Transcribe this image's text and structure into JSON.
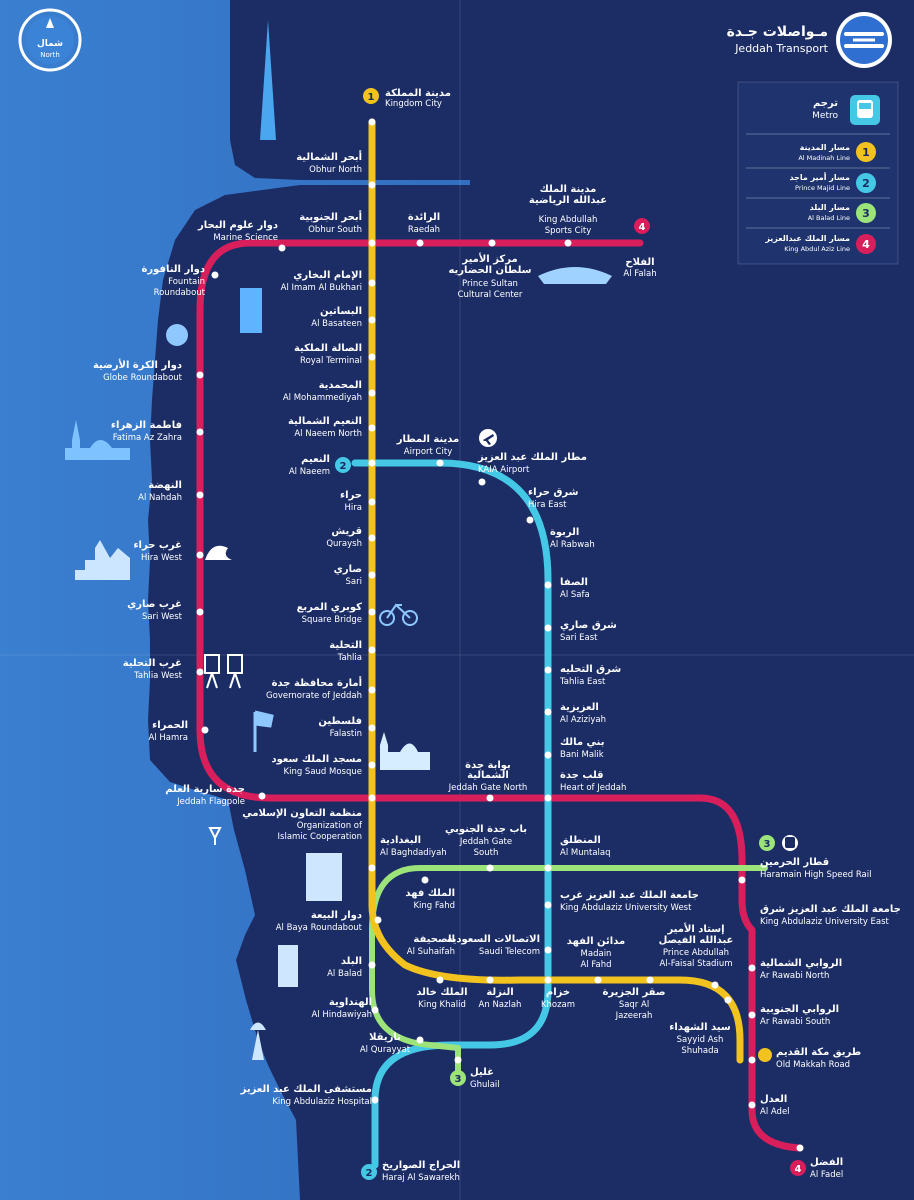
{
  "brand": {
    "title_ar": "مـواصلات جـدة",
    "title_en": "Jeddah Transport"
  },
  "compass": {
    "ar": "شمال",
    "en": "North"
  },
  "colors": {
    "sea": "#2b63b8",
    "land": "#1b2c63",
    "line1": "#f2c21f",
    "line2": "#45c8e6",
    "line3": "#9ce37a",
    "line4": "#d91f5b"
  },
  "legend": {
    "header": {
      "ar": "ترجم",
      "en": "Metro"
    },
    "lines": [
      {
        "num": "1",
        "ar": "مسار المدينة",
        "en": "Al Madinah Line"
      },
      {
        "num": "2",
        "ar": "مسار أمير ماجد",
        "en": "Prince Majid Line"
      },
      {
        "num": "3",
        "ar": "مسار البلد",
        "en": "Al Balad Line"
      },
      {
        "num": "4",
        "ar": "مسار الملك عبدالعزيز",
        "en": "King Abdul Aziz Line"
      }
    ]
  },
  "stations": {
    "kingdom_city": {
      "ar": "مدينة المملكة",
      "en": "Kingdom City"
    },
    "obhur_north": {
      "ar": "أبحر الشمالية",
      "en": "Obhur North"
    },
    "obhur_south": {
      "ar": "أبحر الجنوبية",
      "en": "Obhur South"
    },
    "raedah": {
      "ar": "الرائدة",
      "en": "Raedah"
    },
    "king_abdullah_sports": {
      "ar1": "مدينة الملك",
      "ar2": "عبدالله الرياضية",
      "en1": "King Abdullah",
      "en2": "Sports City"
    },
    "al_falah": {
      "ar": "الفلاح",
      "en": "Al Falah"
    },
    "marine_science": {
      "ar": "دوار علوم البحار",
      "en": "Marine Science"
    },
    "fountain": {
      "ar": "دوار النافورة",
      "en1": "Fountain",
      "en2": "Roundabout"
    },
    "prince_sultan": {
      "ar1": "مركز الأمير",
      "ar2": "سلطان الحضاريه",
      "en1": "Prince Sultan",
      "en2": "Cultural Center"
    },
    "imam_bukhari": {
      "ar": "الإمام البخاري",
      "en": "Al Imam Al Bukhari"
    },
    "basateen": {
      "ar": "البساتين",
      "en": "Al Basateen"
    },
    "royal_terminal": {
      "ar": "الصالة الملكية",
      "en": "Royal Terminal"
    },
    "globe": {
      "ar": "دوار الكرة الأرضية",
      "en": "Globe Roundabout"
    },
    "mohammediyah": {
      "ar": "المحمدية",
      "en": "Al Mohammediyah"
    },
    "fatima": {
      "ar": "فاطمة الزهراء",
      "en": "Fatima Az Zahra"
    },
    "naeem_north": {
      "ar": "النعيم الشمالية",
      "en": "Al Naeem North"
    },
    "airport_city": {
      "ar": "مدينة المطار",
      "en": "Airport City"
    },
    "kaia": {
      "ar": "مطار الملك عبد العزيز",
      "en": "KAIA Airport"
    },
    "naeem": {
      "ar": "النعيم",
      "en": "Al Naeem"
    },
    "nahdah": {
      "ar": "النهضة",
      "en": "Al Nahdah"
    },
    "hira": {
      "ar": "حراء",
      "en": "Hira"
    },
    "hira_east": {
      "ar": "شرق حراء",
      "en": "Hira East"
    },
    "quraysh": {
      "ar": "قريش",
      "en": "Quraysh"
    },
    "rabwah": {
      "ar": "الربوة",
      "en": "Al Rabwah"
    },
    "hira_west": {
      "ar": "غرب حراء",
      "en": "Hira West"
    },
    "sari": {
      "ar": "صاري",
      "en": "Sari"
    },
    "safa": {
      "ar": "الصفا",
      "en": "Al Safa"
    },
    "sari_west": {
      "ar": "غرب صاري",
      "en": "Sari West"
    },
    "square_bridge": {
      "ar": "كوبري المربع",
      "en": "Square Bridge"
    },
    "sari_east": {
      "ar": "شرق صاري",
      "en": "Sari East"
    },
    "tahlia": {
      "ar": "التحلية",
      "en": "Tahlia"
    },
    "tahlia_west": {
      "ar": "غرب التحلية",
      "en": "Tahlia West"
    },
    "tahlia_east": {
      "ar": "شرق التحليه",
      "en": "Tahlia East"
    },
    "governorate": {
      "ar": "أمارة محافظة جدة",
      "en": "Governorate of Jeddah"
    },
    "aziziyah": {
      "ar": "العزيزية",
      "en": "Al Aziziyah"
    },
    "falastin": {
      "ar": "فلسطين",
      "en": "Falastin"
    },
    "hamra": {
      "ar": "الحمراء",
      "en": "Al Hamra"
    },
    "bani_malik": {
      "ar": "بني مالك",
      "en": "Bani Malik"
    },
    "king_saud": {
      "ar": "مسجد الملك سعود",
      "en": "King Saud Mosque"
    },
    "gate_north": {
      "ar1": "بوابة جدة",
      "ar2": "الشمالية",
      "en": "Jeddah Gate North"
    },
    "heart": {
      "ar": "قلب جدة",
      "en": "Heart of Jeddah"
    },
    "flagpole": {
      "ar": "جدة سارية العلم",
      "en": "Jeddah Flagpole"
    },
    "oic": {
      "ar": "منظمة التعاون الإسلامي",
      "en1": "Organization of",
      "en2": "Islamic Cooperation"
    },
    "baghdadiyah": {
      "ar": "البغدادية",
      "en": "Al Baghdadiyah"
    },
    "gate_south": {
      "ar": "باب جدة الجنوبي",
      "en1": "Jeddah Gate",
      "en2": "South"
    },
    "muntalaq": {
      "ar": "المنطلق",
      "en": "Al Muntalaq"
    },
    "haramain": {
      "ar": "قطار الحرمين",
      "en": "Haramain High Speed Rail"
    },
    "king_fahd": {
      "ar": "الملك فهد",
      "en": "King Fahd"
    },
    "kau_west": {
      "ar": "جامعة الملك عبد العزيز غرب",
      "en": "King Abdulaziz University West"
    },
    "kau_east": {
      "ar": "جامعة الملك عبد العزيز شرق",
      "en": "King Abdulaziz University East"
    },
    "baya": {
      "ar": "دوار البيعة",
      "en": "Al Baya Roundabout"
    },
    "suhaifah": {
      "ar": "الصحيفة",
      "en": "Al Suhaifah"
    },
    "saudi_telecom": {
      "ar": "الاتصالات السعودية",
      "en": "Saudi Telecom"
    },
    "madain_fahd": {
      "ar": "مدائن الفهد",
      "en1": "Madain",
      "en2": "Al Fahd"
    },
    "faisal_stadium": {
      "ar1": "إستاد الأمير",
      "ar2": "عبدالله الفيصل",
      "en1": "Prince Abdullah",
      "en2": "Al-Faisal Stadium"
    },
    "rawabi_north": {
      "ar": "الروابي الشمالية",
      "en": "Ar Rawabi North"
    },
    "balad": {
      "ar": "البلد",
      "en": "Al Balad"
    },
    "king_khalid": {
      "ar": "الملك خالد",
      "en": "King Khalid"
    },
    "nazlah": {
      "ar": "النزلة",
      "en": "An Nazlah"
    },
    "khozam": {
      "ar": "خزام",
      "en": "Khozam"
    },
    "saqr": {
      "ar": "صقر الجزيرة",
      "en1": "Saqr Al",
      "en2": "Jazeerah"
    },
    "rawabi_south": {
      "ar": "الروابي الجنوبية",
      "en": "Ar Rawabi South"
    },
    "hindawiyah": {
      "ar": "الهنداوية",
      "en": "Al Hindawiyah"
    },
    "sayyid": {
      "ar": "سيد الشهداء",
      "en1": "Sayyid Ash",
      "en2": "Shuhada"
    },
    "quraiyat": {
      "ar": "تاريقلا",
      "en": "Al Qurayyat"
    },
    "ghulail": {
      "ar": "غليل",
      "en": "Ghulail"
    },
    "old_makkah": {
      "ar": "طريق مكة القديم",
      "en": "Old Makkah Road"
    },
    "kau_hospital": {
      "ar": "مستشفى الملك عبد العزيز",
      "en": "King Abdulaziz Hospital"
    },
    "adel": {
      "ar": "العدل",
      "en": "Al Adel"
    },
    "haraj": {
      "ar": "الحراج الصواريخ",
      "en": "Haraj Al Sawarekh"
    },
    "fadel": {
      "ar": "الفضل",
      "en": "Al Fadel"
    }
  },
  "badges": {
    "l1": "1",
    "l2": "2",
    "l3": "3",
    "l4": "4"
  }
}
